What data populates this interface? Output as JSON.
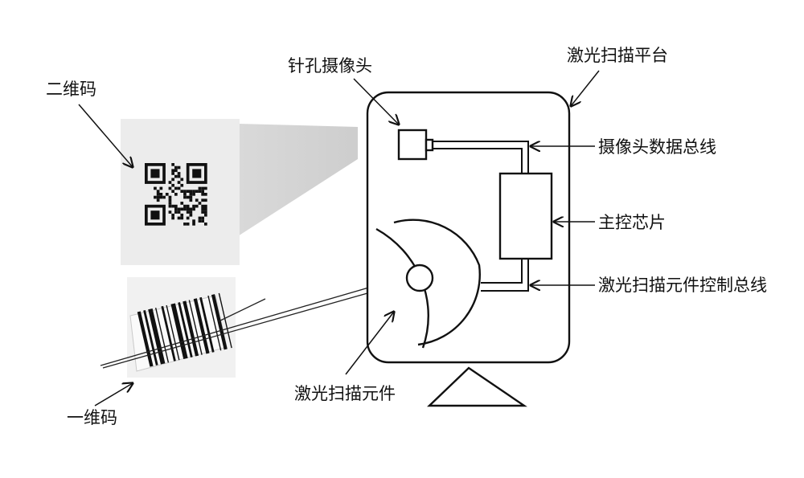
{
  "labels": {
    "qr_code": "二维码",
    "barcode": "一维码",
    "pinhole_camera": "针孔摄像头",
    "laser_platform": "激光扫描平台",
    "camera_bus": "摄像头数据总线",
    "main_chip": "主控芯片",
    "laser_control_bus": "激光扫描元件控制总线",
    "laser_element": "激光扫描元件"
  },
  "colors": {
    "stroke": "#111111",
    "qr_card": "#e9e9e9",
    "beam_shadow": "#c8c8c8"
  }
}
